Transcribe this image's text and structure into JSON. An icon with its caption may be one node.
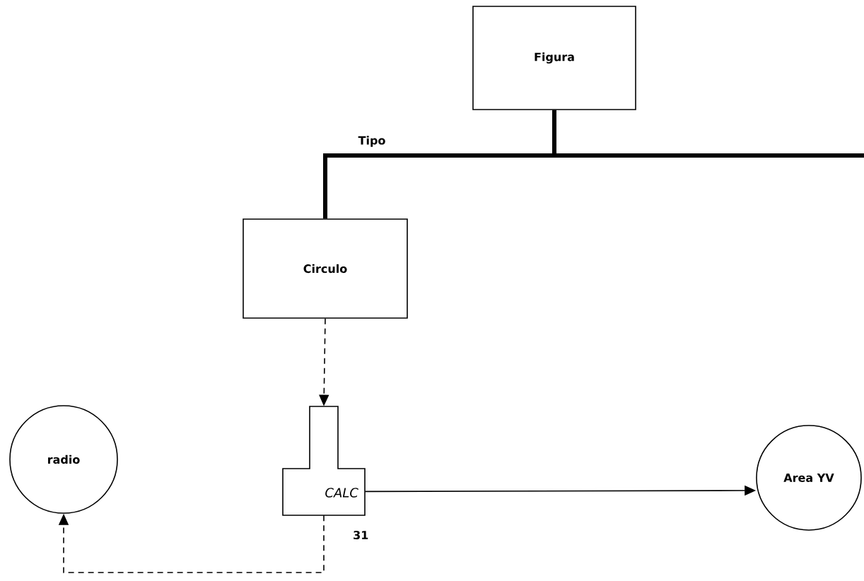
{
  "diagram": {
    "nodes": [
      {
        "text": [
          "Figura"
        ]
      },
      {
        "text": [
          "Circulo"
        ]
      },
      {
        "text": [
          "CALC"
        ],
        "beside": [
          "31"
        ]
      },
      {
        "text": [
          "radio"
        ]
      },
      {
        "text": [
          "Area YV"
        ]
      }
    ],
    "edges": [
      {
        "from": 0,
        "to": 1,
        "arrow": "none",
        "style": "thick",
        "label": "Tipo"
      },
      {
        "from": 0,
        "to": null,
        "arrow": "none",
        "style": "thick"
      },
      {
        "from": 1,
        "to": 2,
        "arrow": "to",
        "style": "dashed"
      },
      {
        "from": 2,
        "to": 4,
        "arrow": "to"
      },
      {
        "from": 2,
        "to": 3,
        "arrow": "to",
        "style": "dashed"
      }
    ]
  }
}
